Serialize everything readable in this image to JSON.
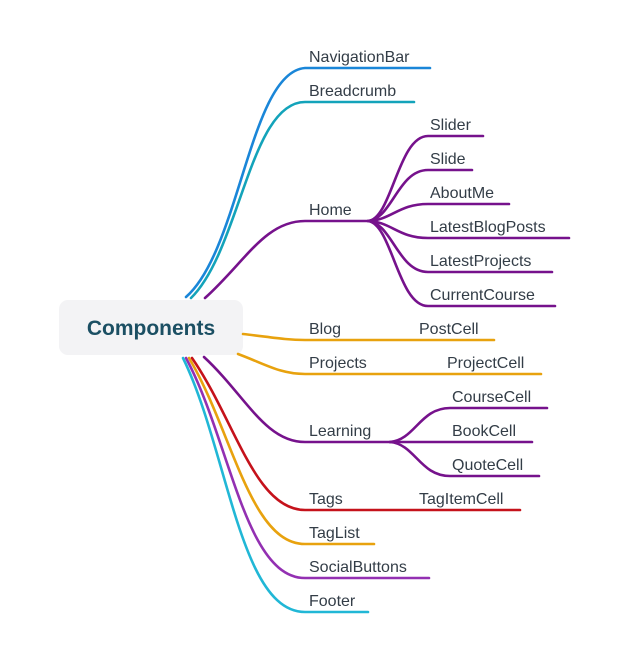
{
  "colors": {
    "blue": "#1a86d8",
    "teal": "#13a3ba",
    "purple": "#76128c",
    "orange": "#e8a20e",
    "red": "#c5121b",
    "cyan": "#21b7d6",
    "violet": "#9330b2"
  },
  "root": {
    "label": "Components"
  },
  "nodes": {
    "navigationbar": "NavigationBar",
    "breadcrumb": "Breadcrumb",
    "home": "Home",
    "slider": "Slider",
    "slide": "Slide",
    "aboutme": "AboutMe",
    "latestblogposts": "LatestBlogPosts",
    "latestprojects": "LatestProjects",
    "currentcourse": "CurrentCourse",
    "blog": "Blog",
    "postcell": "PostCell",
    "projects": "Projects",
    "projectcell": "ProjectCell",
    "learning": "Learning",
    "coursecell": "CourseCell",
    "bookcell": "BookCell",
    "quotecell": "QuoteCell",
    "tags": "Tags",
    "tagitemcell": "TagItemCell",
    "taglist": "TagList",
    "socialbuttons": "SocialButtons",
    "footer": "Footer"
  }
}
